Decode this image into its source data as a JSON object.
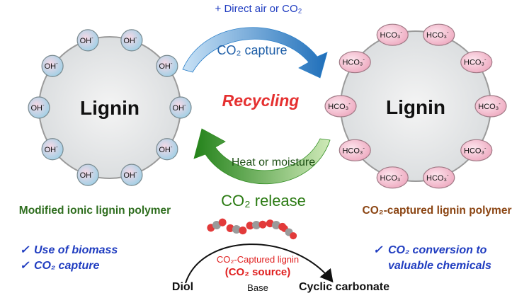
{
  "top_label": "+ Direct air or CO₂",
  "capture_arrow_label": "CO₂ capture",
  "center_label": "Recycling",
  "release_arrow_label": "Heat or moisture",
  "release_label": "CO₂ release",
  "left_polymer": {
    "core_label": "Lignin",
    "ion_label": "OH",
    "ion_charge": "-",
    "ion_count": 10,
    "caption": "Modified ionic lignin polymer",
    "bullets": [
      "Use of biomass",
      "CO₂ capture"
    ]
  },
  "right_polymer": {
    "core_label": "Lignin",
    "ion_label": "HCO₃",
    "ion_charge": "-",
    "ion_count": 10,
    "caption": "CO₂-captured lignin polymer",
    "bullets": [
      "CO₂ conversion to",
      "valuable chemicals"
    ]
  },
  "reaction": {
    "reactant": "Diol",
    "product": "Cyclic carbonate",
    "reagent_line1": "CO₂-Captured lignin",
    "reagent_line2": "(CO₂ source)",
    "condition": "Base"
  },
  "bullet_mark": "✓",
  "colors": {
    "capture_arrow": "#2b7fc8",
    "release_arrow": "#2e8b1f",
    "recycling": "#e53030",
    "left_caption": "#2f6e1f",
    "right_caption": "#8b4513",
    "bullets": "#1f3cc0",
    "ion_left": "#9fd0e6",
    "ion_right": "#f2b6c8",
    "reagent": "#e02020"
  }
}
